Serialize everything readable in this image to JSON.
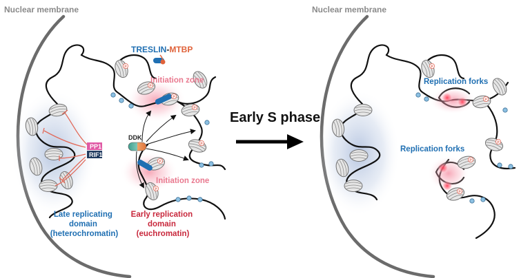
{
  "left_panel": {
    "membrane_label": "Nuclear membrane",
    "treslin_label": "TRESLIN",
    "dash_label": "-",
    "mtbp_label": "MTBP",
    "initiation_zone_top": "Initiation zone",
    "initiation_zone_bottom": "Initiation zone",
    "ddk_label": "DDK",
    "pp1_label": "PP1",
    "rif1_label": "RIF1",
    "late_domain_lines": [
      "Late replicating",
      "domain",
      "(heterochromatin)"
    ],
    "early_domain_lines": [
      "Early replication",
      "domain",
      "(euchromatin)"
    ],
    "p_mark": "P"
  },
  "transition": {
    "label": "Early S phase"
  },
  "right_panel": {
    "membrane_label": "Nuclear membrane",
    "forks_top": "Replication forks",
    "forks_bottom": "Replication forks"
  },
  "colors": {
    "membrane": "#6b6b6b",
    "heterochromatin_glow": "#9fb3d6",
    "initiation_glow": "#f27a92",
    "treslin_blue": "#1f6fb2",
    "mtbp_orange": "#e0623a",
    "pp1_pink": "#e05aa5",
    "rif1_navy": "#1f3a5f",
    "inhibition_red": "#e26a5a",
    "mcm_blue": "#7fb3d9",
    "fork_red": "#e8344a"
  },
  "icons": [
    "nucleosome-icon",
    "mcm-complex-icon",
    "ddk-kinase-icon",
    "arrow-right-icon",
    "inhibition-icon"
  ]
}
